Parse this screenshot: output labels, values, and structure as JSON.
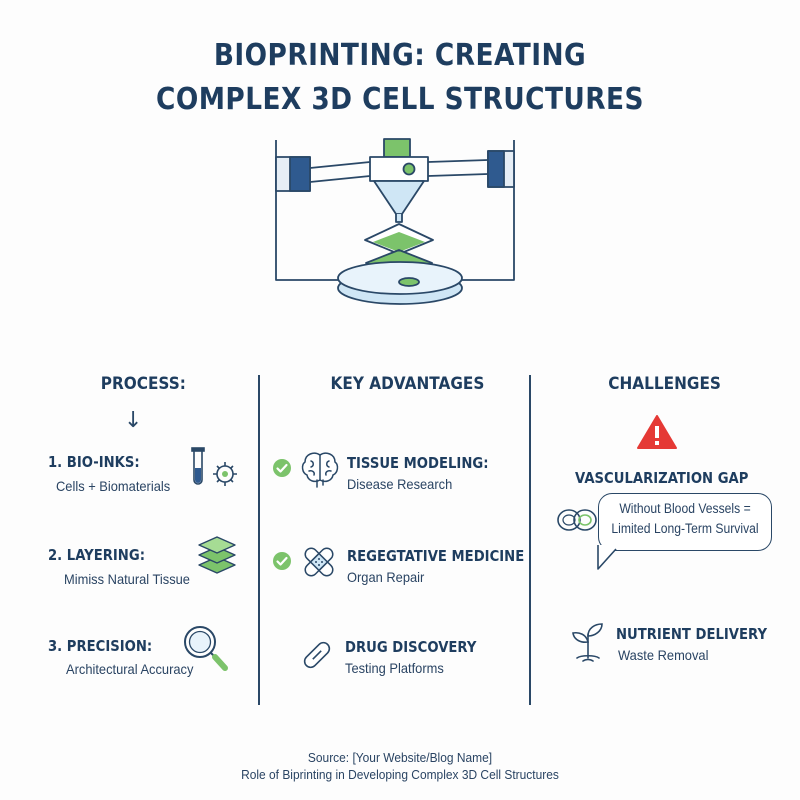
{
  "title": {
    "line1": "BIOPRINTING: CREATING",
    "line2": "COMPLEX 3D CELL STRUCTURES"
  },
  "illustration": {
    "icon": "bioprinter-icon",
    "colors": {
      "blue": "#2f5a8f",
      "light_blue": "#cfe6f5",
      "green": "#7cc36b",
      "outline": "#2a4867"
    }
  },
  "process": {
    "heading": "PROCESS:",
    "arrow": "↓",
    "items": [
      {
        "title": "1. BIO-INKS:",
        "subtitle": "Cells + Biomaterials",
        "icon": "test-tube-cell-icon"
      },
      {
        "title": "2. LAYERING:",
        "subtitle": "Mimiss Natural Tissue",
        "icon": "layers-icon"
      },
      {
        "title": "3. PRECISION:",
        "subtitle": "Architectural Accuracy",
        "icon": "magnifier-icon"
      }
    ]
  },
  "advantages": {
    "heading": "KEY ADVANTAGES",
    "items": [
      {
        "title": "TISSUE MODELING:",
        "subtitle": "Disease Research",
        "icon": "brain-icon",
        "checked": true
      },
      {
        "title": "REGEGTATIVE MEDICINE",
        "subtitle": "Organ Repair",
        "icon": "bandage-icon",
        "checked": true
      },
      {
        "title": "DRUG DISCOVERY",
        "subtitle": "Testing Platforms",
        "icon": "capsule-icon",
        "checked": false
      }
    ]
  },
  "challenges": {
    "heading": "CHALLENGES",
    "warning_icon": "warning-icon",
    "items": [
      {
        "title": "VASCULARIZATION GAP",
        "bubble_line1": "Without Blood Vessels =",
        "bubble_line2": "Limited Long-Term Survival",
        "icon": "blood-vessel-icon"
      },
      {
        "title": "NUTRIENT DELIVERY",
        "subtitle": "Waste Removal",
        "icon": "sprout-icon"
      }
    ]
  },
  "footer": {
    "line1": "Source: [Your Website/Blog Name]",
    "line2": "Role of Biprinting in Developing Complex 3D Cell Structures"
  }
}
